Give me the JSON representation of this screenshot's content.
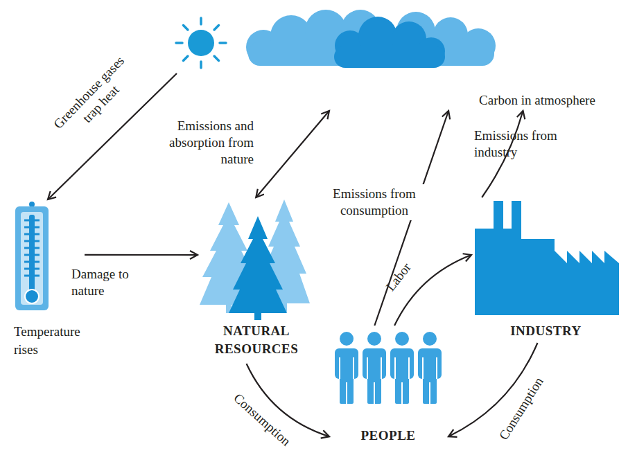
{
  "diagram": {
    "nodes": [
      {
        "text": [
          "Carbon in atmosphere"
        ]
      },
      {
        "text": [
          "Temperature rises"
        ]
      },
      {
        "text": [
          "NATURAL RESOURCES"
        ]
      },
      {
        "text": [
          "PEOPLE"
        ]
      },
      {
        "text": [
          "INDUSTRY"
        ]
      }
    ],
    "edges": [
      {
        "from": 0,
        "to": 1,
        "label": "Greenhouse gases trap heat",
        "arrow": "to"
      },
      {
        "from": 2,
        "to": 0,
        "label": "Emissions and absorption from nature",
        "arrow": "both"
      },
      {
        "from": 3,
        "to": 0,
        "label": "Emissions from consumption",
        "arrow": "to"
      },
      {
        "from": 4,
        "to": 0,
        "label": "Emissions from industry",
        "arrow": "to"
      },
      {
        "from": 1,
        "to": 2,
        "label": "Damage to nature",
        "arrow": "to"
      },
      {
        "from": 3,
        "to": 4,
        "label": "Labor",
        "arrow": "to"
      },
      {
        "from": 2,
        "to": 3,
        "label": "Consumption",
        "arrow": "to"
      },
      {
        "from": 4,
        "to": 3,
        "label": "Consumption",
        "arrow": "to"
      }
    ]
  }
}
